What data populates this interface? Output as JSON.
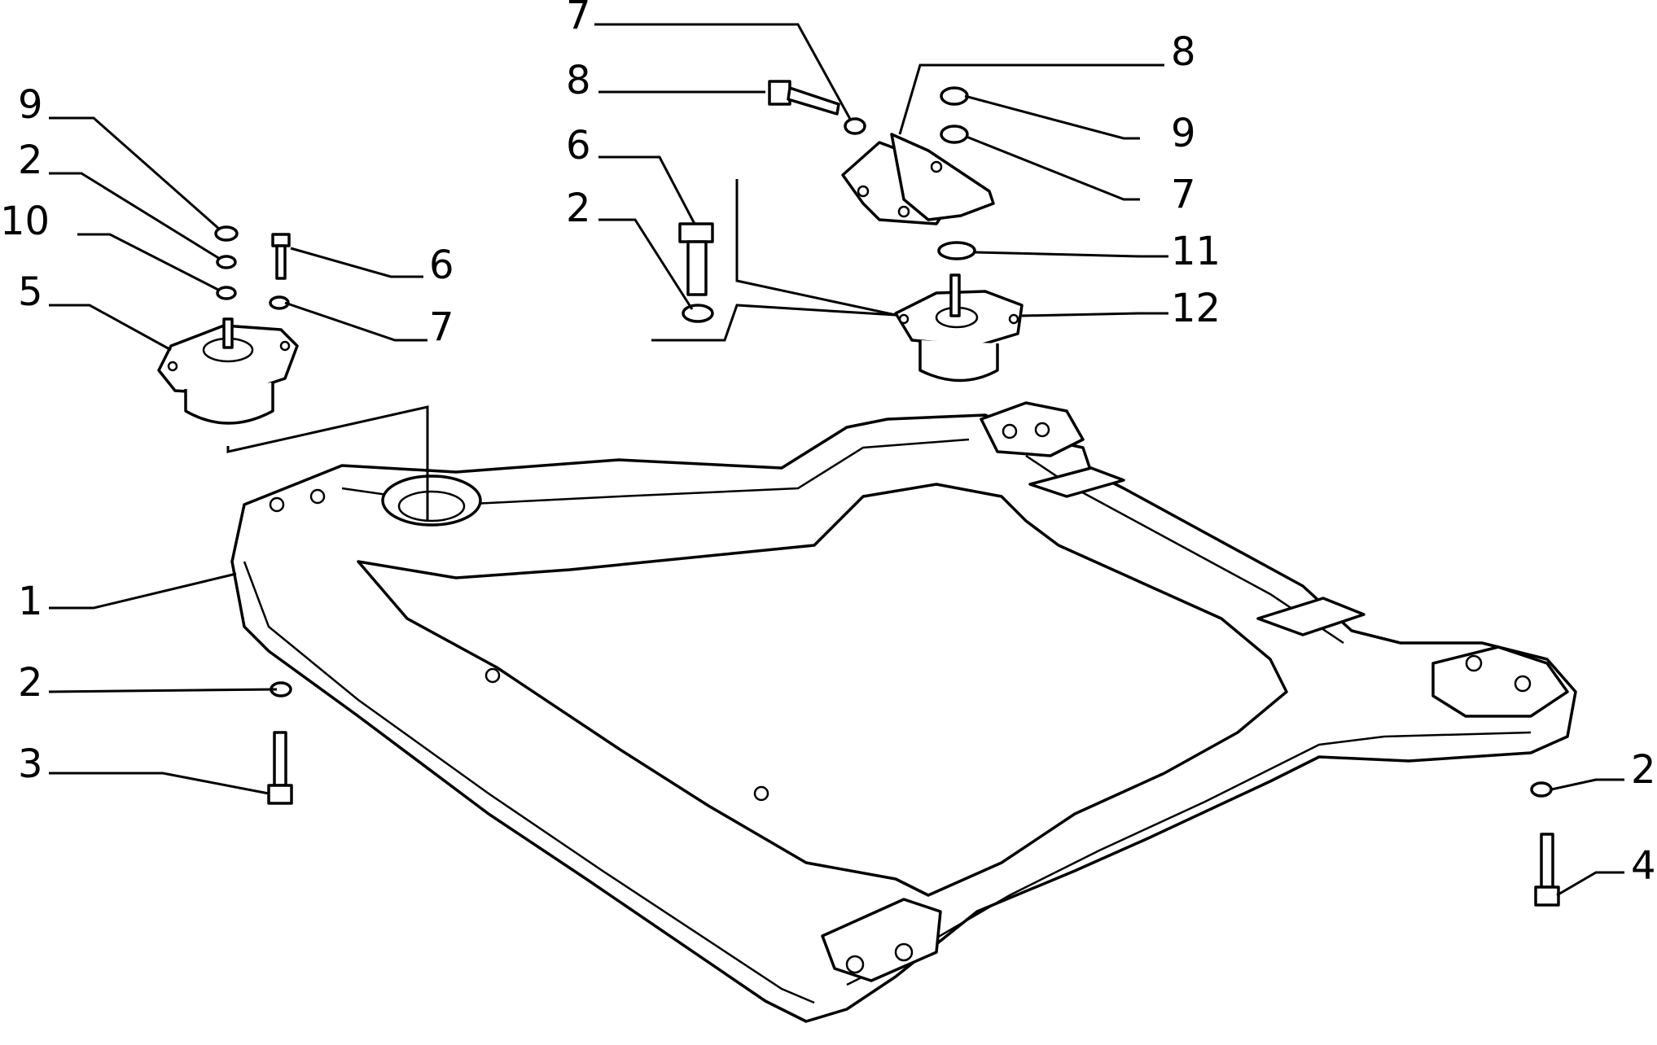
{
  "diagram": {
    "callouts": [
      {
        "id": "c9a",
        "label": "9"
      },
      {
        "id": "c2a",
        "label": "2"
      },
      {
        "id": "c10",
        "label": "10"
      },
      {
        "id": "c5",
        "label": "5"
      },
      {
        "id": "c6a",
        "label": "6"
      },
      {
        "id": "c7a",
        "label": "7"
      },
      {
        "id": "c7b",
        "label": "7"
      },
      {
        "id": "c8a",
        "label": "8"
      },
      {
        "id": "c6b",
        "label": "6"
      },
      {
        "id": "c2b",
        "label": "2"
      },
      {
        "id": "c8b",
        "label": "8"
      },
      {
        "id": "c9b",
        "label": "9"
      },
      {
        "id": "c7c",
        "label": "7"
      },
      {
        "id": "c11",
        "label": "11"
      },
      {
        "id": "c12",
        "label": "12"
      },
      {
        "id": "c1",
        "label": "1"
      },
      {
        "id": "c2c",
        "label": "2"
      },
      {
        "id": "c3",
        "label": "3"
      },
      {
        "id": "c2d",
        "label": "2"
      },
      {
        "id": "c4",
        "label": "4"
      }
    ]
  }
}
